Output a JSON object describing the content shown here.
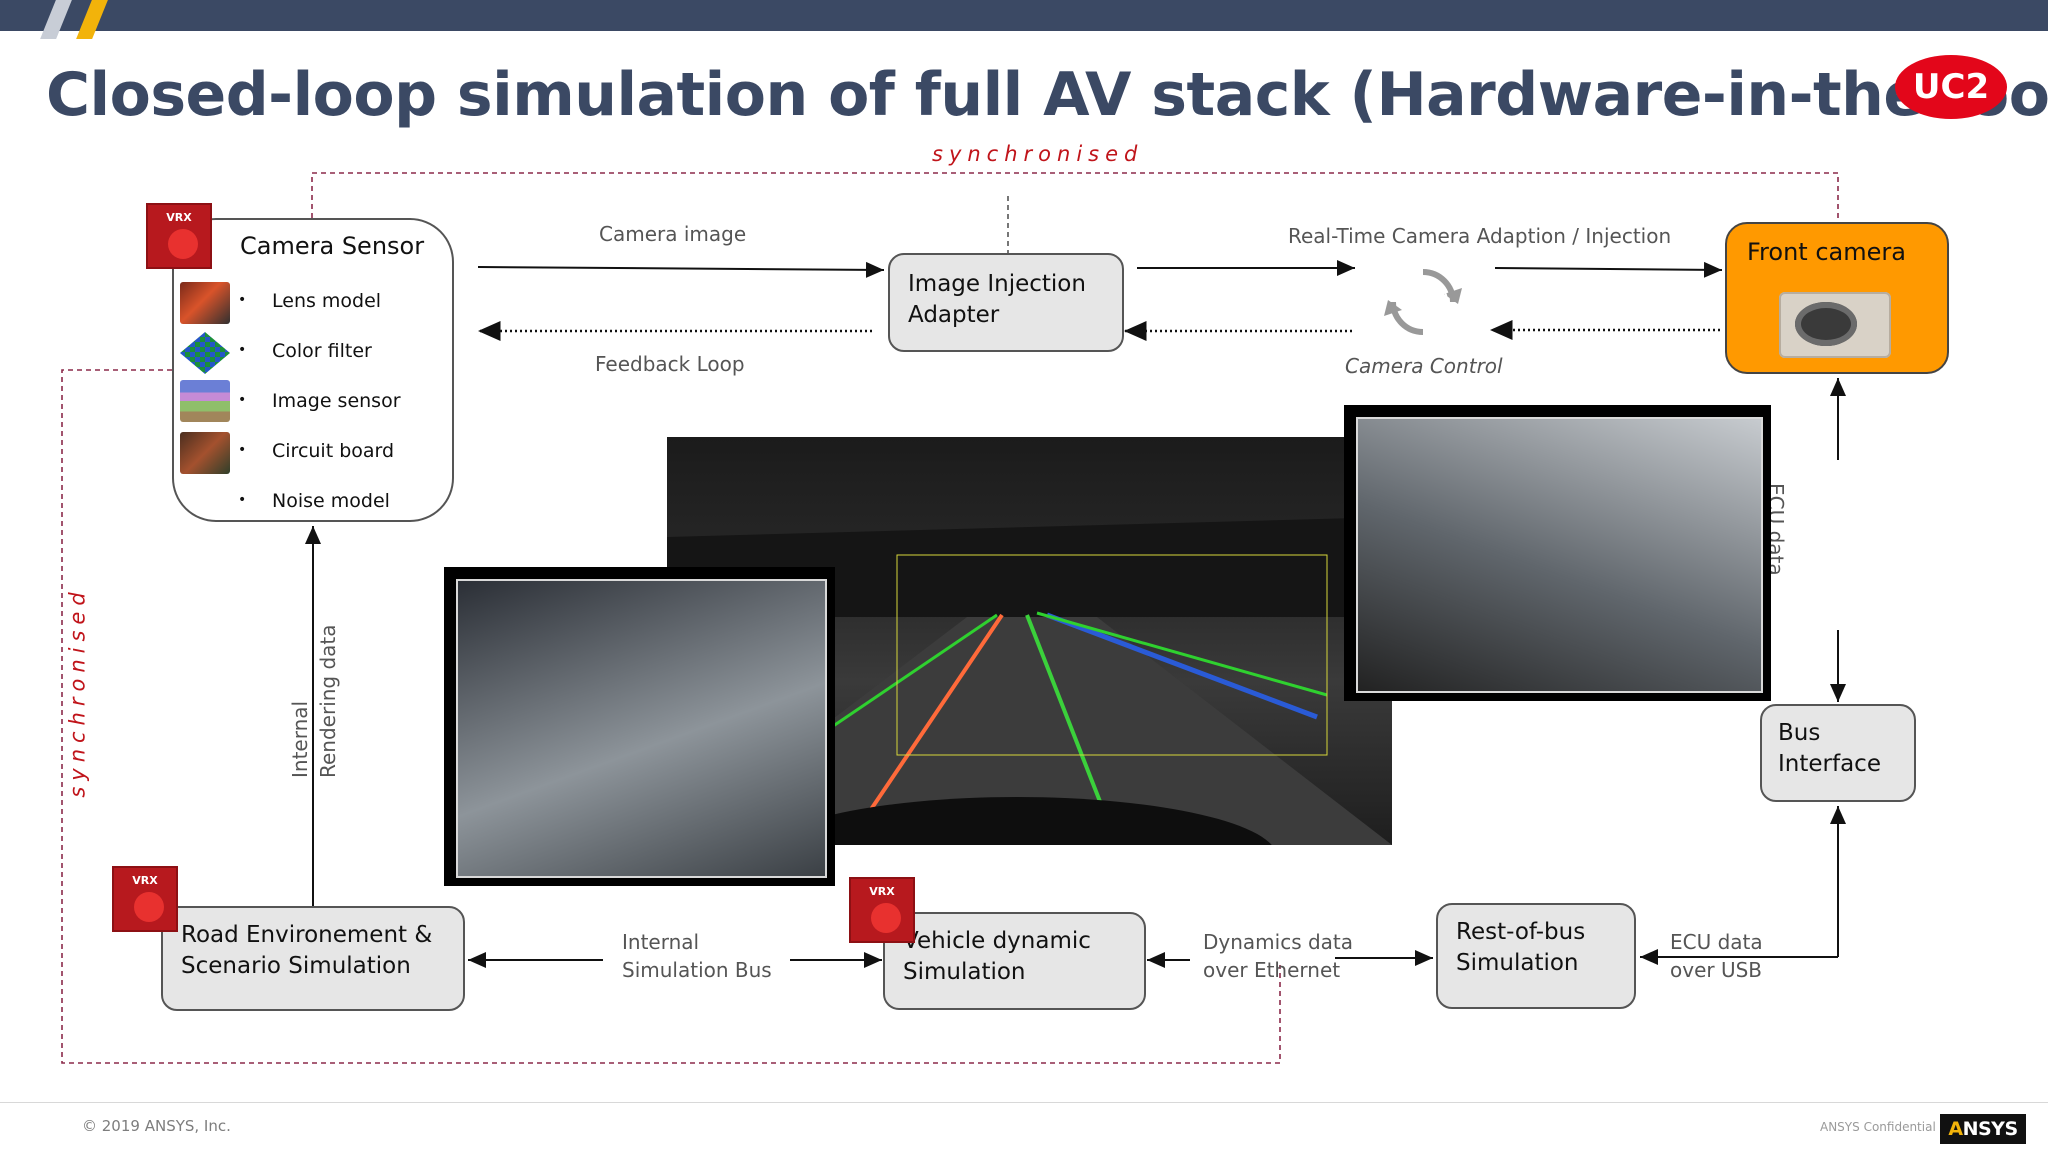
{
  "header": {
    "title": "Closed-loop simulation of full AV stack (Hardware-in-the-loop)",
    "badge": "UC2",
    "accent_color": "#3b4964",
    "stripe_color": "#f2b30a"
  },
  "sync": {
    "top_label": "synchronised",
    "left_label": "synchronised",
    "color": "#c0141a"
  },
  "camera_sensor": {
    "title": "Camera Sensor",
    "badge": "VRX",
    "items": [
      "Lens model",
      "Color filter",
      "Image sensor",
      "Circuit board",
      "Noise model"
    ]
  },
  "nodes": {
    "image_injection": "Image Injection\nAdapter",
    "front_camera": "Front camera",
    "bus_interface": "Bus\nInterface",
    "road_env": "Road Environement &\nScenario Simulation",
    "vehicle_dynamic": "Vehicle dynamic\nSimulation",
    "rest_of_bus": "Rest-of-bus\nSimulation",
    "front_camera_color": "#ff9900"
  },
  "edges": {
    "camera_image": "Camera image",
    "feedback_loop": "Feedback Loop",
    "rt_adaption": "Real-Time Camera Adaption / Injection",
    "camera_control": "Camera Control",
    "ecu_can": "ECU data\nover CAN bus",
    "internal_rendering": "Internal\nRendering data",
    "internal_bus": "Internal\nSimulation Bus",
    "dynamics_eth": "Dynamics data\nover Ethernet",
    "ecu_usb": "ECU data\nover USB"
  },
  "footer": {
    "copyright": "© 2019 ANSYS, Inc.",
    "confidential": "ANSYS Confidential",
    "logo_prefix": "A",
    "logo_rest": "NSYS"
  },
  "icons": [
    "refresh-cycle-icon",
    "vrx-logo-icon",
    "camera-chip-icon"
  ]
}
